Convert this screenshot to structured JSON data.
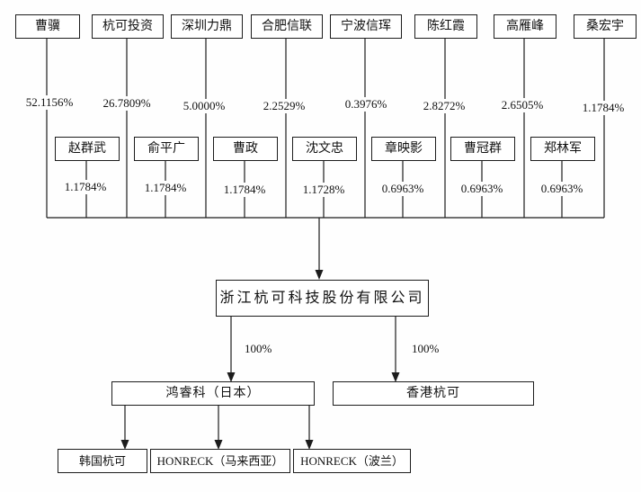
{
  "diagram_type": "equity-structure-org-chart",
  "colors": {
    "line": "#1c1c1c",
    "background": "#fefefe",
    "text": "#111111"
  },
  "shareholders": {
    "top": [
      {
        "name": "曹骥",
        "pct": "52.1156%"
      },
      {
        "name": "杭可投资",
        "pct": "26.7809%"
      },
      {
        "name": "深圳力鼎",
        "pct": "5.0000%"
      },
      {
        "name": "合肥信联",
        "pct": "2.2529%"
      },
      {
        "name": "宁波信珲",
        "pct": "0.3976%"
      },
      {
        "name": "陈红霞",
        "pct": "2.8272%"
      },
      {
        "name": "高雁峰",
        "pct": "2.6505%"
      },
      {
        "name": "桑宏宇",
        "pct": "1.1784%"
      }
    ],
    "second": [
      {
        "name": "赵群武",
        "pct": "1.1784%"
      },
      {
        "name": "俞平广",
        "pct": "1.1784%"
      },
      {
        "name": "曹政",
        "pct": "1.1784%"
      },
      {
        "name": "沈文忠",
        "pct": "1.1728%"
      },
      {
        "name": "章映影",
        "pct": "0.6963%"
      },
      {
        "name": "曹冠群",
        "pct": "0.6963%"
      },
      {
        "name": "郑林军",
        "pct": "0.6963%"
      }
    ]
  },
  "company": {
    "name": "浙江杭可科技股份有限公司"
  },
  "subsidiaries": [
    {
      "name": "鸿睿科（日本）",
      "ownership": "100%"
    },
    {
      "name": "香港杭可",
      "ownership": "100%"
    }
  ],
  "grandchildren": [
    {
      "name": "韩国杭可"
    },
    {
      "name": "HONRECK（马来西亚）"
    },
    {
      "name": "HONRECK（波兰）"
    }
  ]
}
